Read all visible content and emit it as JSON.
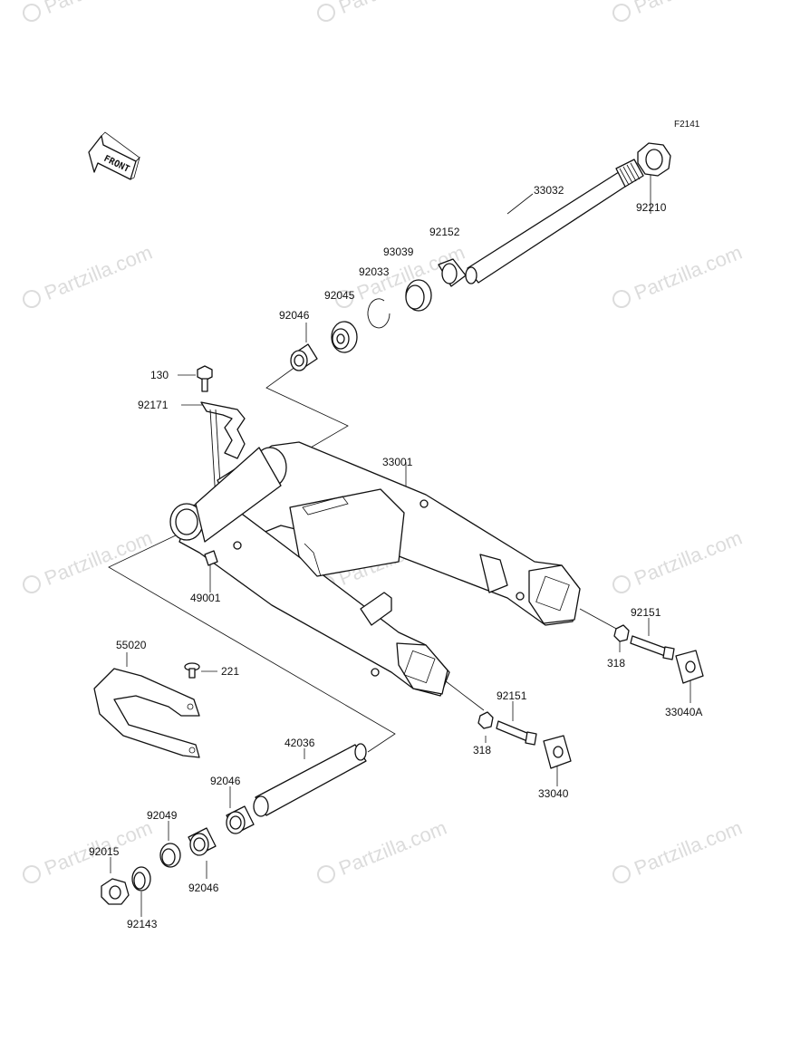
{
  "figure_code": "F2141",
  "front_arrow": {
    "label": "FRONT",
    "icon": "front-arrow-icon"
  },
  "watermark": {
    "text": "Partzilla.com",
    "icon": "copyright-icon",
    "color": "#dcdcdc"
  },
  "parts": [
    {
      "number": "33032",
      "name": "shaft"
    },
    {
      "number": "92210",
      "name": "nut"
    },
    {
      "number": "92152",
      "name": "collar"
    },
    {
      "number": "93039",
      "name": "seal"
    },
    {
      "number": "92033",
      "name": "circlip"
    },
    {
      "number": "92045",
      "name": "bearing"
    },
    {
      "number": "92046",
      "name": "needle-bearing"
    },
    {
      "number": "130",
      "name": "bolt"
    },
    {
      "number": "92171",
      "name": "clamp"
    },
    {
      "number": "33001",
      "name": "swingarm"
    },
    {
      "number": "49001",
      "name": "grease-nipple"
    },
    {
      "number": "55020",
      "name": "chain-guard"
    },
    {
      "number": "221",
      "name": "screw"
    },
    {
      "number": "92151",
      "name": "bolt-adjust"
    },
    {
      "number": "318",
      "name": "nut-small"
    },
    {
      "number": "33040A",
      "name": "chain-adjuster-a"
    },
    {
      "number": "33040",
      "name": "chain-adjuster"
    },
    {
      "number": "42036",
      "name": "sleeve"
    },
    {
      "number": "92049",
      "name": "seal-pivot"
    },
    {
      "number": "92015",
      "name": "nut-pivot"
    },
    {
      "number": "92143",
      "name": "collar-pivot"
    }
  ]
}
